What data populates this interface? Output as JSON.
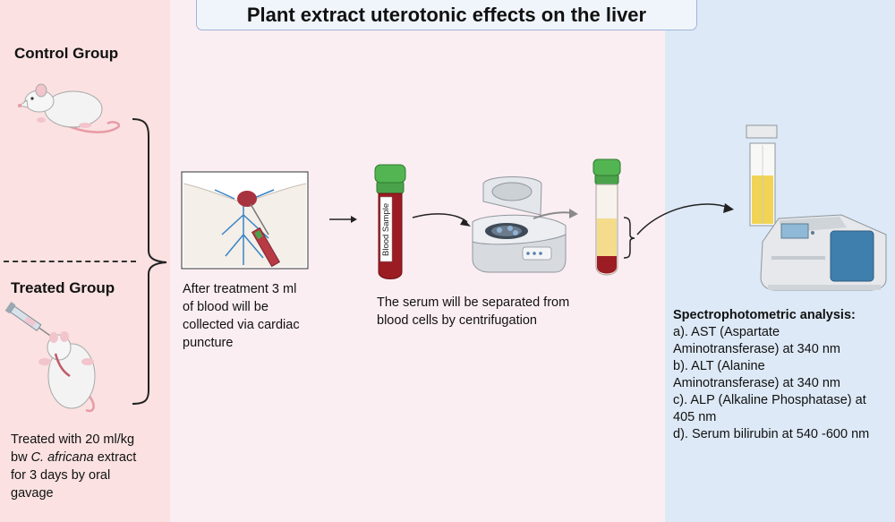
{
  "title": "Plant extract uterotonic effects on the liver",
  "groups": {
    "control": "Control Group",
    "treated": "Treated Group"
  },
  "treatment": {
    "line1": "Treated with 20 ml/kg",
    "line2_pre": "bw ",
    "line2_species": "C. africana",
    "line2_post": " extract",
    "line3": "for 3 days by oral",
    "line4": "gavage"
  },
  "blood_collection": [
    "After treatment 3 ml",
    "of blood will be",
    "collected via cardiac",
    "puncture"
  ],
  "tube_label": "Blood Sample",
  "serum_separation": [
    "The serum will be separated from",
    "blood cells by centrifugation"
  ],
  "analysis": {
    "heading": "Spectrophotometric analysis:",
    "lines": [
      "a). AST (Aspartate",
      "Aminotransferase) at 340 nm",
      "b). ALT (Alanine",
      "Aminotransferase) at 340 nm",
      "c). ALP (Alkaline Phosphatase) at",
      "405 nm",
      "d). Serum bilirubin at 540 -600 nm"
    ]
  },
  "colors": {
    "left_panel": "#fbe1e1",
    "middle_panel": "#fbeef3",
    "right_panel": "#dde9f6",
    "blood": "#9b1c22",
    "cap": "#4aa34a",
    "serum": "#f4dc8c"
  }
}
